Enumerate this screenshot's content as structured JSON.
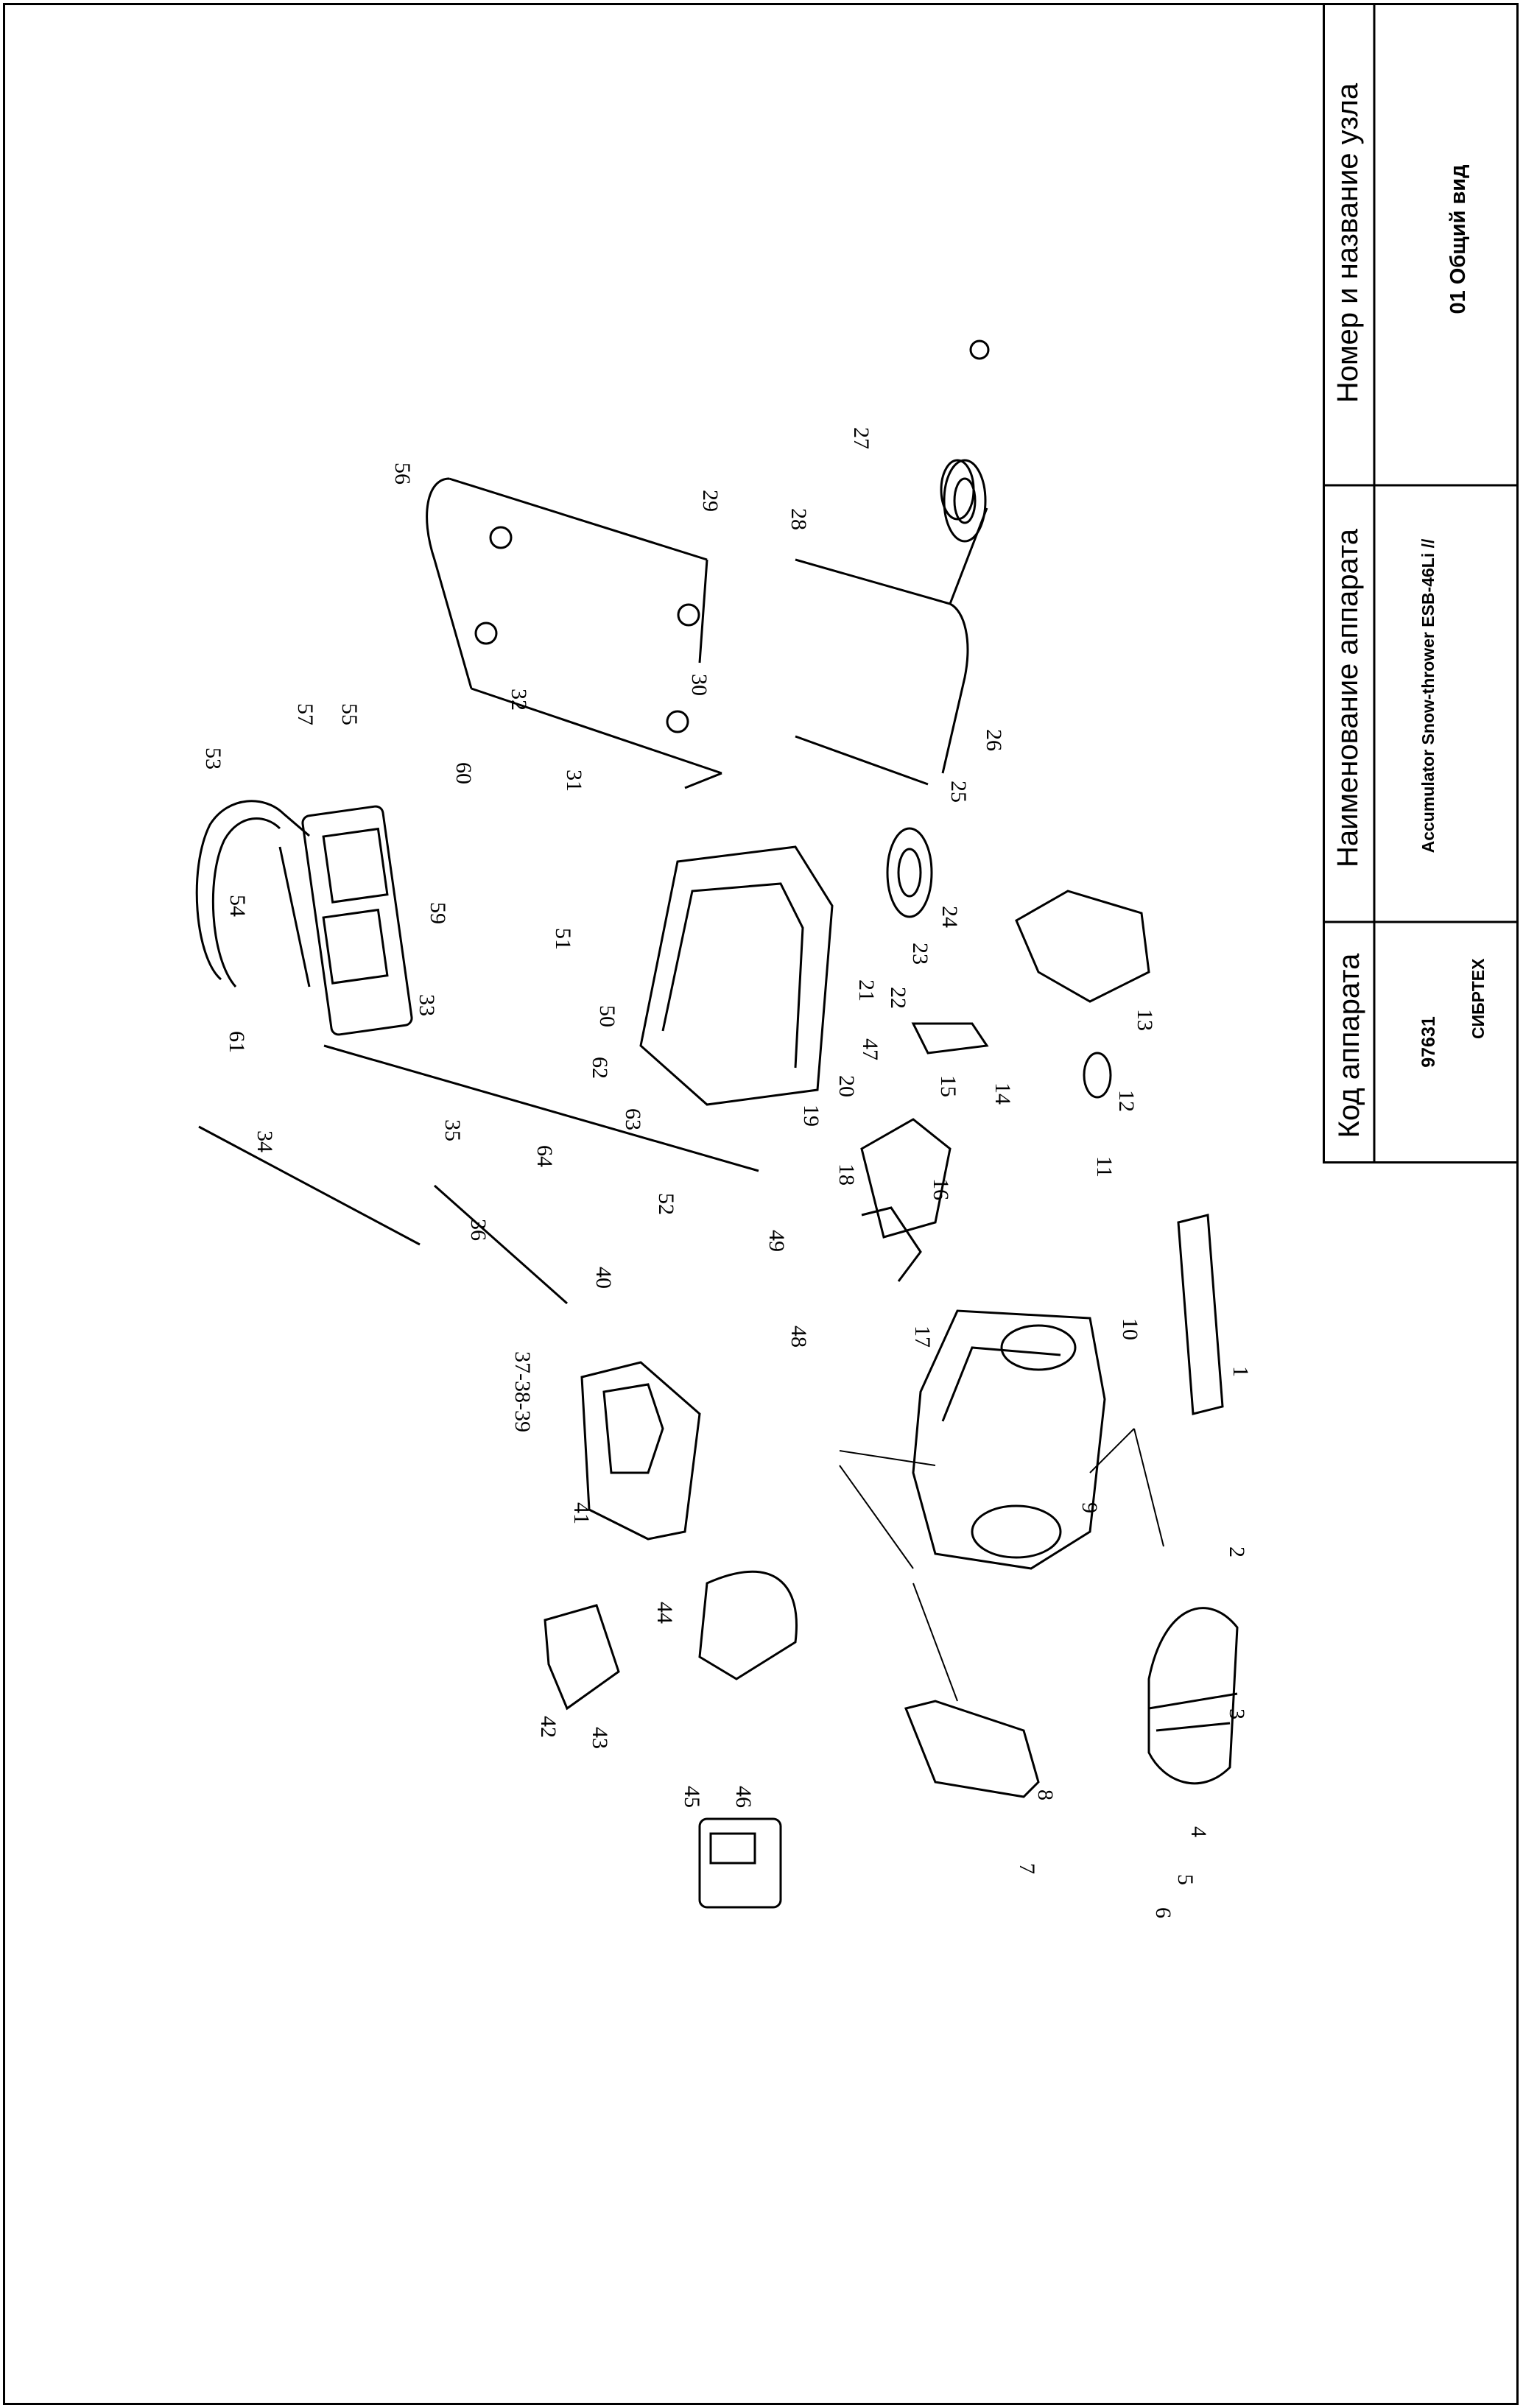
{
  "title_block": {
    "header_code": "Код аппарата",
    "header_name": "Наименование аппарата",
    "header_unit": "Номер и название узла",
    "value_code": "97631",
    "value_name_line1": "Accumulator Snow-thrower ESB-46Li //",
    "value_name_line2": "СИБРТЕХ",
    "value_unit": "01 Общий вид"
  },
  "callouts": [
    "1",
    "2",
    "3",
    "4",
    "5",
    "6",
    "7",
    "8",
    "9",
    "10",
    "11",
    "12",
    "13",
    "14",
    "15",
    "16",
    "17",
    "18",
    "19",
    "20",
    "21",
    "22",
    "23",
    "24",
    "25",
    "26",
    "27",
    "28",
    "29",
    "30",
    "31",
    "32",
    "33",
    "34",
    "35",
    "36",
    "37-38-39",
    "40",
    "41",
    "42",
    "43",
    "44",
    "45",
    "46",
    "47",
    "48",
    "49",
    "50",
    "51",
    "52",
    "53",
    "54",
    "55",
    "56",
    "57",
    "59",
    "60",
    "61",
    "62",
    "63",
    "64"
  ]
}
